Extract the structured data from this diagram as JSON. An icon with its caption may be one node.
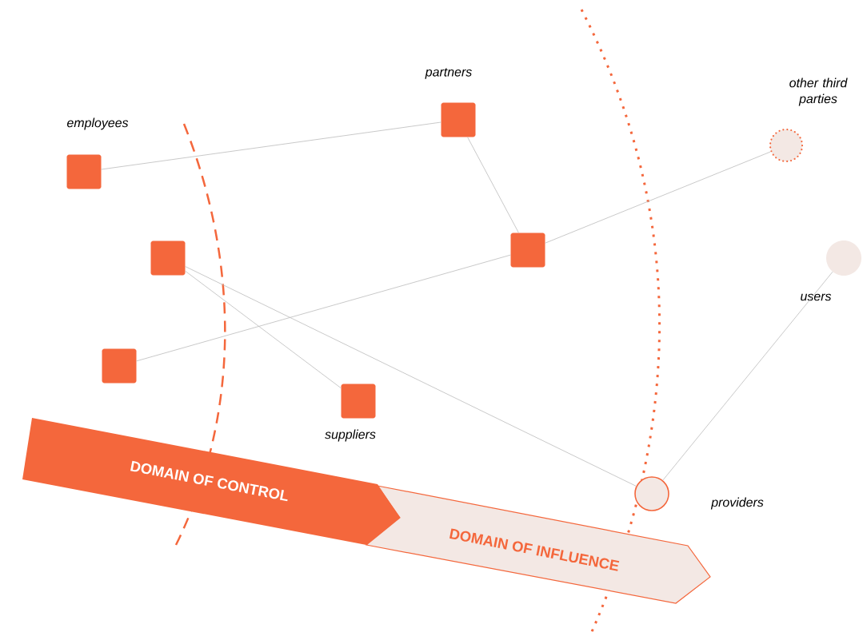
{
  "diagram": {
    "nodes": [
      {
        "text": [
          "partners"
        ]
      },
      {
        "text": [
          "other third parties"
        ]
      },
      {
        "text": [
          "employees"
        ]
      },
      {
        "text": [],
        "shape": "box"
      },
      {
        "text": [],
        "shape": "box"
      },
      {
        "text": [
          "users"
        ]
      },
      {
        "text": [],
        "shape": "box"
      },
      {
        "text": [
          "suppliers"
        ]
      },
      {
        "text": [
          "providers"
        ]
      },
      {
        "text": [
          "DOMAIN OF CONTROL"
        ]
      },
      {
        "text": [
          "DOMAIN OF INFLUENCE"
        ]
      }
    ],
    "edges": [
      {
        "from": 2,
        "to": 0,
        "arrow": "none"
      },
      {
        "from": 0,
        "to": 4,
        "arrow": "none"
      },
      {
        "from": 6,
        "to": 4,
        "arrow": "none"
      },
      {
        "from": 4,
        "to": 1,
        "arrow": "none"
      },
      {
        "from": 3,
        "to": 7,
        "arrow": "none"
      },
      {
        "from": 3,
        "to": 8,
        "arrow": "none"
      },
      {
        "from": 8,
        "to": 5,
        "arrow": "none"
      }
    ]
  }
}
